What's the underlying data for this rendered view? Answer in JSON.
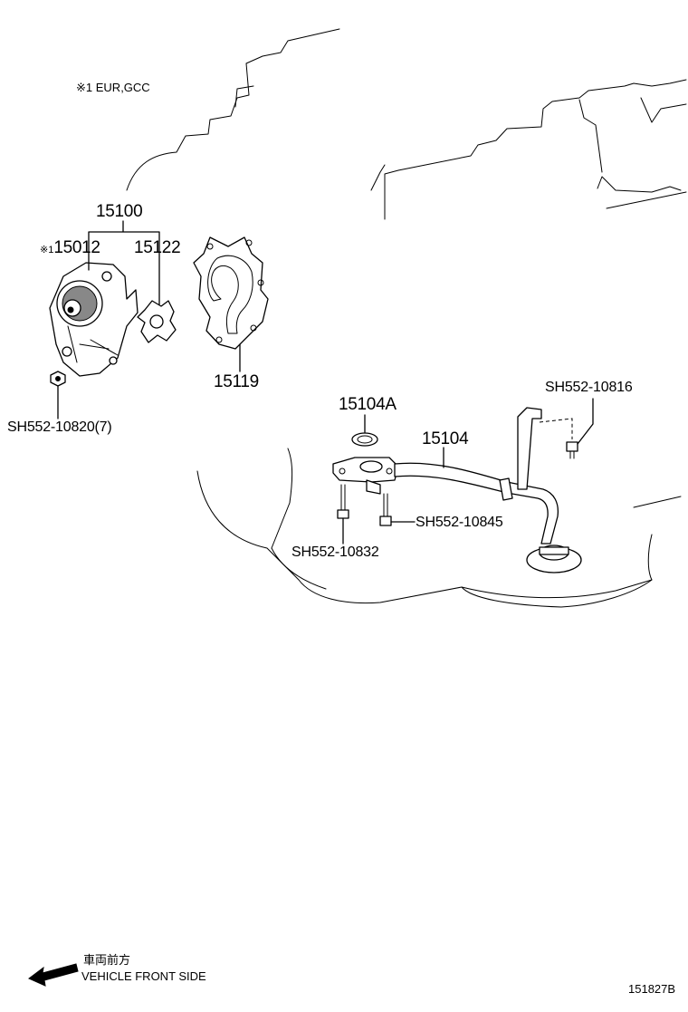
{
  "note": {
    "mark": "※1",
    "text": "EUR,GCC"
  },
  "labels": {
    "assy": "15100",
    "pump_body_mark": "※1",
    "pump_body": "15012",
    "rotor": "15122",
    "gasket": "15119",
    "bolt_pump": "SH552-10820(7)",
    "oring": "15104A",
    "strainer": "15104",
    "bolt_bracket": "SH552-10816",
    "bolt_strainer_a": "SH552-10845",
    "bolt_strainer_b": "SH552-10832"
  },
  "direction": {
    "text_jp": "車両前方",
    "text_en": "VEHICLE FRONT SIDE"
  },
  "figure_id": "151827B"
}
